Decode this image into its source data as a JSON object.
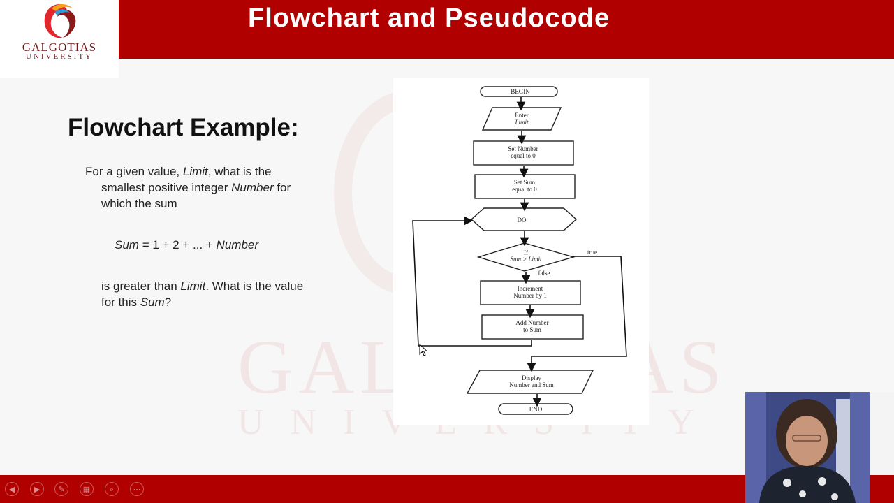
{
  "header": {
    "title": "Flowchart and Pseudocode"
  },
  "logo": {
    "name": "GALGOTIAS",
    "subtitle": "UNIVERSITY",
    "brand_colors": [
      "#e3262c",
      "#f6a21b",
      "#2c9ad6",
      "#8b1a1a"
    ]
  },
  "content": {
    "heading": "Flowchart Example:",
    "question_parts": [
      "For a given value, ",
      "Limit",
      ", what is the",
      "smallest positive integer ",
      "Number",
      " for",
      "which the sum"
    ],
    "formula_parts": [
      "Sum",
      " = 1 + 2 + ... + ",
      "Number"
    ],
    "followup_parts": [
      "is greater than ",
      "Limit",
      ".  What is the value",
      "for this ",
      "Sum",
      "?"
    ]
  },
  "flowchart": {
    "begin": "BEGIN",
    "enter_1": "Enter",
    "enter_2": "Limit",
    "set_number_1": "Set Number",
    "set_number_2": "equal to 0",
    "set_sum_1": "Set Sum",
    "set_sum_2": "equal to 0",
    "do": "DO",
    "if_1": "If",
    "if_2": "Sum > Limit",
    "true_label": "true",
    "false_label": "false",
    "increment_1": "Increment",
    "increment_2": "Number by 1",
    "add_1": "Add Number",
    "add_2": "to Sum",
    "display_1": "Display",
    "display_2": "Number and Sum",
    "end": "END"
  },
  "watermark": {
    "line1": "GALGOTIAS",
    "line2": "UNIVERSITY"
  },
  "controls": [
    {
      "icon": "previous-icon",
      "glyph": "◀"
    },
    {
      "icon": "next-icon",
      "glyph": "▶"
    },
    {
      "icon": "pen-icon",
      "glyph": "✎"
    },
    {
      "icon": "slides-grid-icon",
      "glyph": "▦"
    },
    {
      "icon": "zoom-icon",
      "glyph": "⌕"
    },
    {
      "icon": "more-icon",
      "glyph": "⋯"
    }
  ],
  "colors": {
    "header_red": "#b00000",
    "text": "#222222"
  }
}
